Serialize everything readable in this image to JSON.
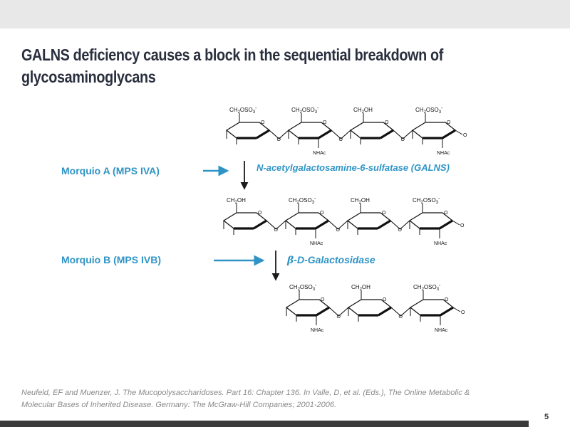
{
  "title": {
    "line1": "GALNS deficiency causes a block in the sequential breakdown of",
    "line2": "glycosaminoglycans"
  },
  "labels": {
    "morquio_a": "Morquio A (MPS IVA)",
    "morquio_b": "Morquio B (MPS IVB)"
  },
  "enzymes": {
    "galns": "N-acetylgalactosamine-6-sulfatase (GALNS)",
    "beta_symbol": "β",
    "beta_rest": "-D-Galactosidase"
  },
  "molecules": {
    "ch2oso3": "CH2OSO3-",
    "ch2oh": "CH2OH",
    "nhac": "NHAc",
    "o": "O",
    "chain1": [
      "CH2OSO3-",
      "CH2OSO3-",
      "CH2OH",
      "CH2OSO3-"
    ],
    "chain2": [
      "CH2OH",
      "CH2OSO3-",
      "CH2OH",
      "CH2OSO3-"
    ],
    "chain3": [
      "CH2OSO3-",
      "CH2OH",
      "CH2OSO3-"
    ]
  },
  "reference": {
    "line1": "Neufeld, EF and Muenzer, J. The Mucopolysaccharidoses. Part 16: Chapter 136. In Valle, D, et al. (Eds.), The Online Metabolic &",
    "line2": "Molecular Bases of Inherited Disease. Germany: The McGraw-Hill Companies; 2001-2006."
  },
  "page_number": "5",
  "colors": {
    "accent": "#2f94c5",
    "title": "#2a2f3e",
    "reference": "#8a8a8a",
    "footer_bar": "#3a3a3a",
    "header_bar": "#e8e8e8"
  }
}
